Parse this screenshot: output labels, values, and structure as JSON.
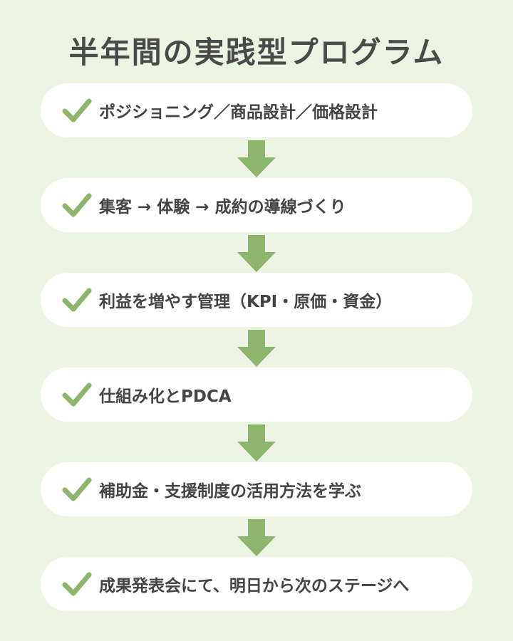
{
  "title": "半年間の実践型プログラム",
  "colors": {
    "background": "#ecf4e4",
    "accent": "#8db56c",
    "card": "#ffffff",
    "text": "#444444"
  },
  "steps": [
    {
      "label": "ポジショニング／商品設計／価格設計",
      "icon": "check-icon"
    },
    {
      "label": "集客 → 体験 → 成約の導線づくり",
      "icon": "check-icon"
    },
    {
      "label": "利益を増やす管理（KPI・原価・資金）",
      "icon": "check-icon"
    },
    {
      "label": "仕組み化とPDCA",
      "icon": "check-icon"
    },
    {
      "label": "補助金・支援制度の活用方法を学ぶ",
      "icon": "check-icon"
    },
    {
      "label": "成果発表会にて、明日から次のステージへ",
      "icon": "check-icon"
    }
  ]
}
